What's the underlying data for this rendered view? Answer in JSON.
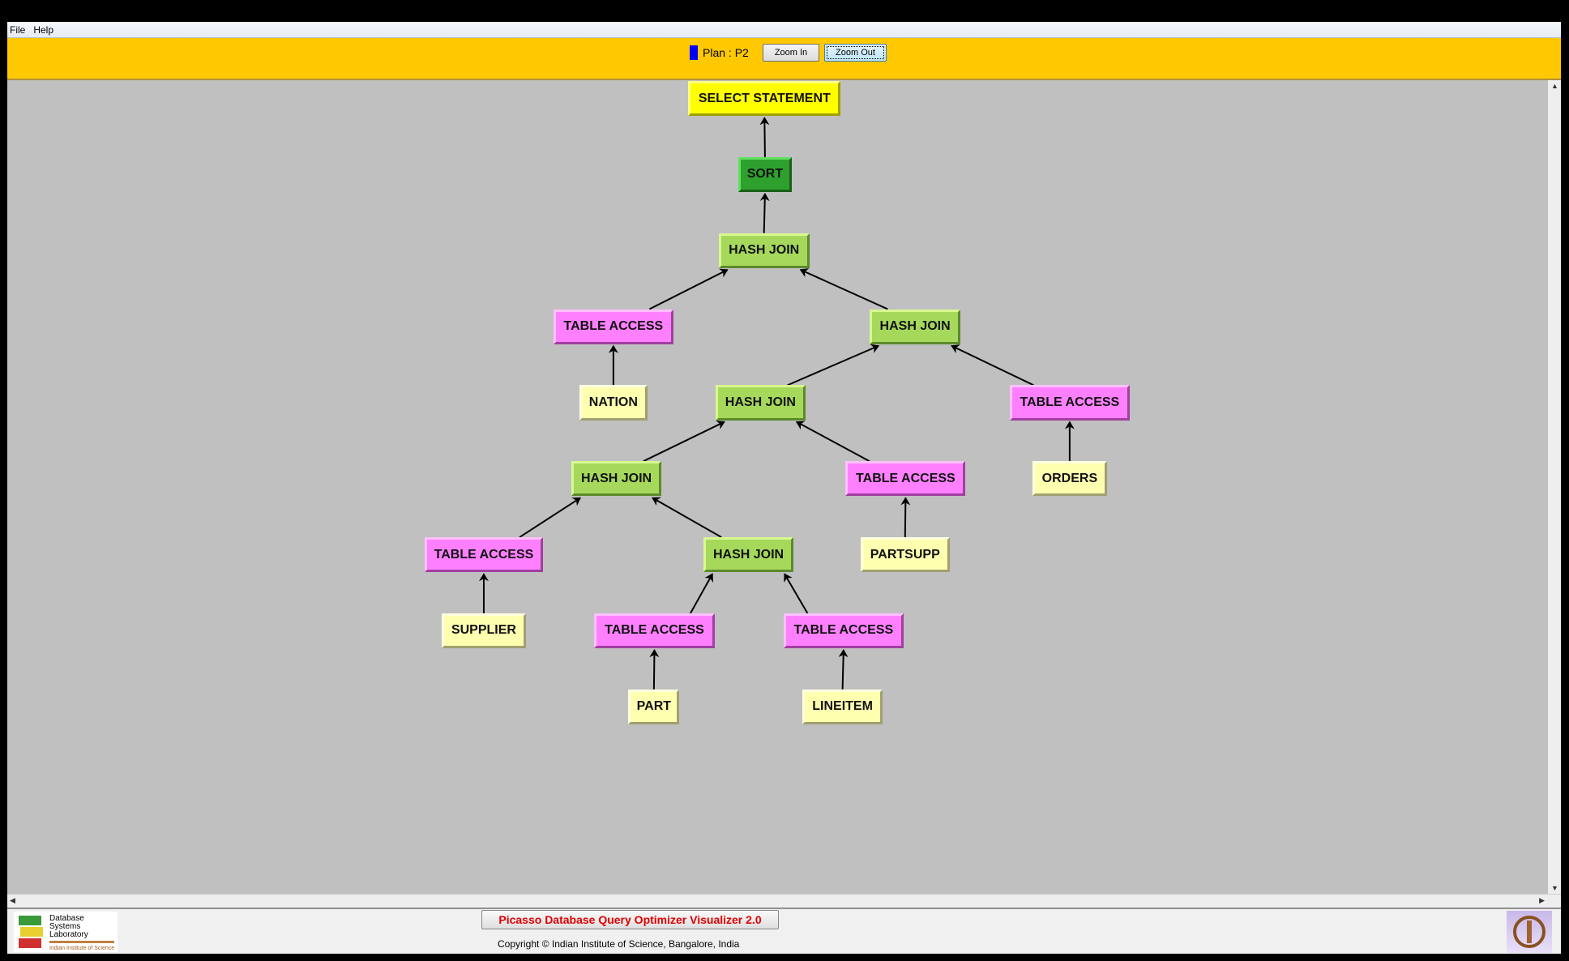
{
  "menu": [
    "File",
    "Help"
  ],
  "toolbar": {
    "plan_label": "Plan : P2",
    "plan_color": "#0000ff",
    "zoom_in": "Zoom In",
    "zoom_out": "Zoom Out"
  },
  "plan_tree": [
    {
      "id": "n0",
      "label": "SELECT STATEMENT",
      "type": "select",
      "parent": null
    },
    {
      "id": "n1",
      "label": "SORT",
      "type": "sort",
      "parent": "n0"
    },
    {
      "id": "n2",
      "label": "HASH JOIN",
      "type": "join",
      "parent": "n1"
    },
    {
      "id": "n3",
      "label": "TABLE ACCESS",
      "type": "access",
      "parent": "n2"
    },
    {
      "id": "n4",
      "label": "HASH JOIN",
      "type": "join",
      "parent": "n2"
    },
    {
      "id": "n5",
      "label": "NATION",
      "type": "rel",
      "parent": "n3"
    },
    {
      "id": "n6",
      "label": "HASH JOIN",
      "type": "join",
      "parent": "n4"
    },
    {
      "id": "n7",
      "label": "TABLE ACCESS",
      "type": "access",
      "parent": "n4"
    },
    {
      "id": "n8",
      "label": "HASH JOIN",
      "type": "join",
      "parent": "n6"
    },
    {
      "id": "n9",
      "label": "TABLE ACCESS",
      "type": "access",
      "parent": "n6"
    },
    {
      "id": "n10",
      "label": "ORDERS",
      "type": "rel",
      "parent": "n7"
    },
    {
      "id": "n11",
      "label": "TABLE ACCESS",
      "type": "access",
      "parent": "n8"
    },
    {
      "id": "n12",
      "label": "HASH JOIN",
      "type": "join",
      "parent": "n8"
    },
    {
      "id": "n13",
      "label": "PARTSUPP",
      "type": "rel",
      "parent": "n9"
    },
    {
      "id": "n14",
      "label": "SUPPLIER",
      "type": "rel",
      "parent": "n11"
    },
    {
      "id": "n15",
      "label": "TABLE ACCESS",
      "type": "access",
      "parent": "n12"
    },
    {
      "id": "n16",
      "label": "TABLE ACCESS",
      "type": "access",
      "parent": "n12"
    },
    {
      "id": "n17",
      "label": "PART",
      "type": "rel",
      "parent": "n15"
    },
    {
      "id": "n18",
      "label": "LINEITEM",
      "type": "rel",
      "parent": "n16"
    }
  ],
  "footer": {
    "title": "Picasso Database Query Optimizer Visualizer 2.0",
    "copyright": "Copyright © Indian Institute of Science, Bangalore, India",
    "lab_logo": "Database Systems Laboratory — Indian Institute of Science"
  }
}
